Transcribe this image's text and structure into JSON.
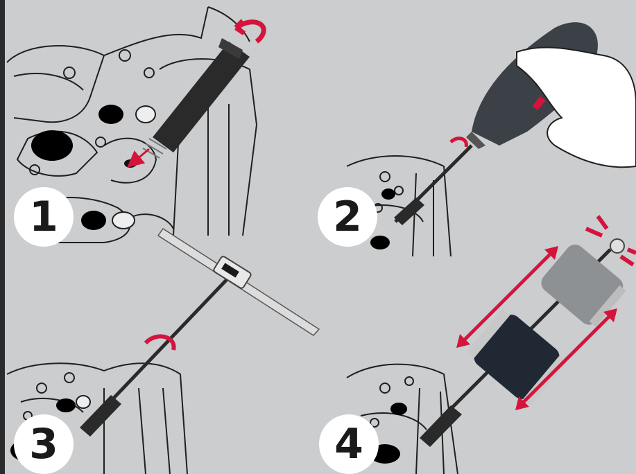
{
  "steps": [
    {
      "number": "1",
      "tool": "tap-adapter",
      "arrow": "insert"
    },
    {
      "number": "2",
      "tool": "cordless-drill",
      "arrow": "rotate"
    },
    {
      "number": "3",
      "tool": "tap-wrench",
      "arrow": "rotate"
    },
    {
      "number": "4",
      "tool": "slide-hammer",
      "arrow": "back-and-forth"
    }
  ],
  "colors": {
    "background": "#cbcdcf",
    "accent": "#d3143c",
    "tool": "#2a2a2a",
    "outline": "#1f1f1f"
  }
}
